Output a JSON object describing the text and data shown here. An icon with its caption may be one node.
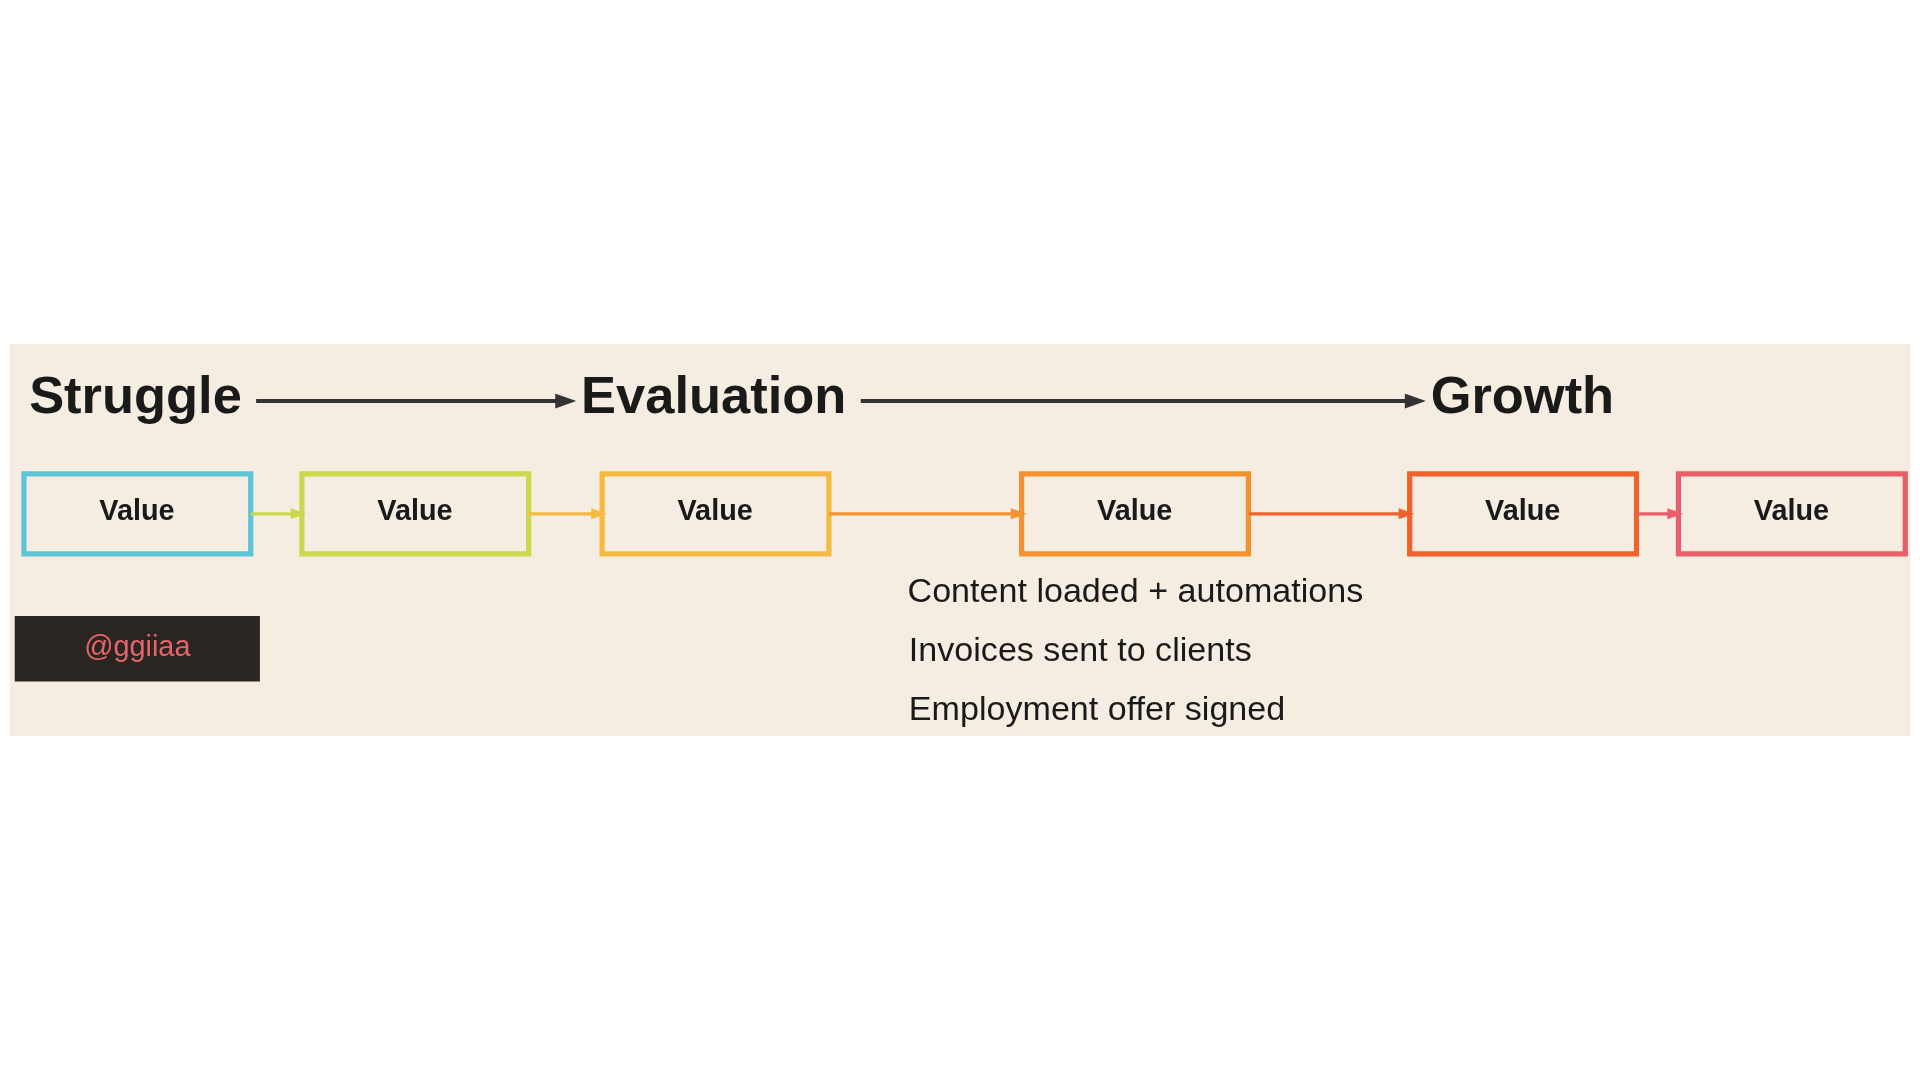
{
  "diagram": {
    "nodes": [
      {
        "text": [
          "Struggle"
        ]
      },
      {
        "text": [
          "Evaluation"
        ]
      },
      {
        "text": [
          "Growth"
        ]
      },
      {
        "text": [
          "Value"
        ]
      },
      {
        "text": [
          "Value"
        ]
      },
      {
        "text": [
          "Value"
        ]
      },
      {
        "text": [
          "Value"
        ]
      },
      {
        "text": [
          "Value"
        ]
      },
      {
        "text": [
          "Value"
        ]
      }
    ],
    "edges": [
      {
        "from": 0,
        "to": 1,
        "arrow": "to"
      },
      {
        "from": 1,
        "to": 2,
        "arrow": "to"
      },
      {
        "from": 3,
        "to": 4,
        "arrow": "to",
        "color": "#c9d94c"
      },
      {
        "from": 4,
        "to": 5,
        "arrow": "to",
        "color": "#f6b942"
      },
      {
        "from": 5,
        "to": 6,
        "arrow": "to",
        "color": "#f5922e"
      },
      {
        "from": 6,
        "to": 7,
        "arrow": "to",
        "color": "#f0622b"
      },
      {
        "from": 7,
        "to": 8,
        "arrow": "to",
        "color": "#e85f6b"
      }
    ],
    "labels": [
      "Content loaded + automations",
      "Invoices sent to clients",
      "Employment offer signed",
      "@ggiiaa"
    ]
  }
}
